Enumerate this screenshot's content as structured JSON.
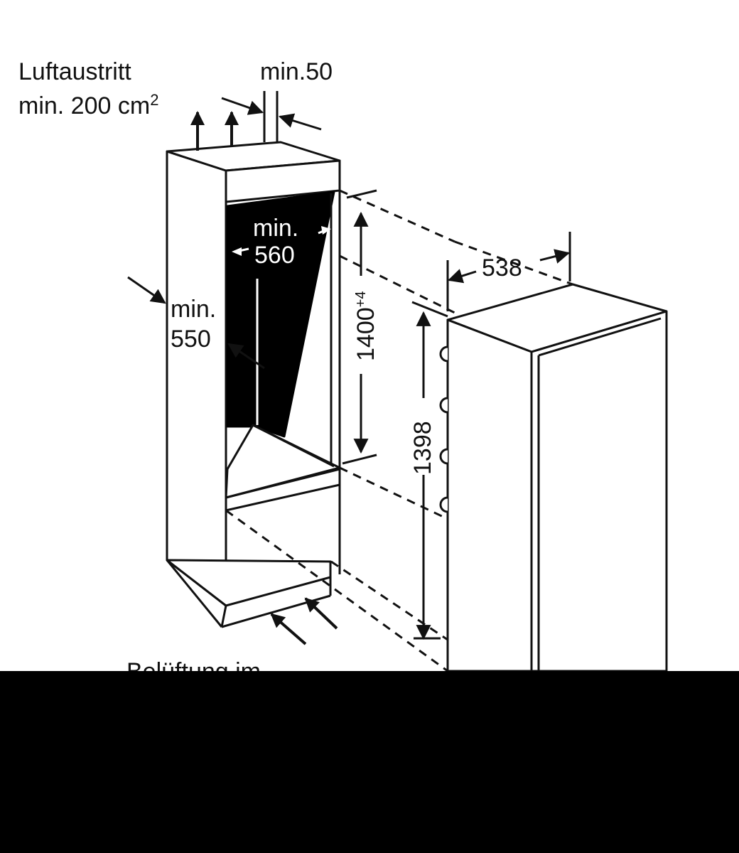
{
  "labels": {
    "air_outlet_line1": "Luftaustritt",
    "air_outlet_line2": "min. 200 cm",
    "air_outlet_sup": "2",
    "top_gap": "min.50",
    "niche_width_line1": "min.",
    "niche_width_line2": "560",
    "niche_depth_line1": "min.",
    "niche_depth_line2": "550",
    "niche_height": "1400",
    "niche_height_tol": "+4",
    "appliance_height": "1398",
    "appliance_depth": "538",
    "ventilation_partial": "Belüftung im"
  },
  "colors": {
    "line": "#111111",
    "background": "#ffffff",
    "niche_fill": "#000000",
    "page": "#000000"
  }
}
